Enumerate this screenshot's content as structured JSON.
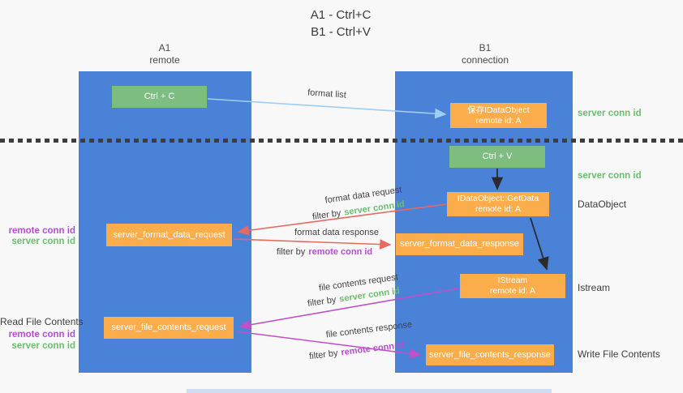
{
  "title": {
    "line1": "A1 - Ctrl+C",
    "line2": "B1 - Ctrl+V"
  },
  "lanes": {
    "left": {
      "title": "A1",
      "subtitle": "remote"
    },
    "right": {
      "title": "B1",
      "subtitle": "connection"
    }
  },
  "nodes": {
    "ctrl_c": {
      "label": "Ctrl + C"
    },
    "ctrl_v": {
      "label": "Ctrl + V"
    },
    "save_dataobject": {
      "line1": "保存IDataObject",
      "line2": "remote id: A"
    },
    "getdata": {
      "line1": "IDataObject::GetData",
      "line2": "remote id: A"
    },
    "istream": {
      "line1": "IStream",
      "line2": "remote id: A"
    },
    "format_request": {
      "label": "server_format_data_request"
    },
    "format_response": {
      "label": "server_format_data_response"
    },
    "file_request": {
      "label": "server_file_contents_request"
    },
    "file_response": {
      "label": "server_file_contents_response"
    }
  },
  "edges": {
    "format_list": {
      "label": "format list"
    },
    "format_data_request": {
      "label": "format data request",
      "filter_prefix": "filter by",
      "filter_value": "server conn id"
    },
    "format_data_response": {
      "label": "format data response",
      "filter_prefix": "filter by",
      "filter_value": "remote conn id"
    },
    "file_contents_request": {
      "label": "file contents request",
      "filter_prefix": "filter by",
      "filter_value": "server conn id"
    },
    "file_contents_response": {
      "label": "file contents response",
      "filter_prefix": "filter by",
      "filter_value": "remote conn id"
    }
  },
  "annotations": {
    "right": {
      "server_conn_id_top": "server conn id",
      "server_conn_id_mid": "server conn id",
      "dataobject": "DataObject",
      "istream": "Istream",
      "write_file_contents": "Write File Contents"
    },
    "left": {
      "remote_conn_id_top": "remote conn id",
      "server_conn_id_top": "server conn id",
      "read_file_contents": "Read File Contents",
      "remote_conn_id_bottom": "remote conn id",
      "server_conn_id_bottom": "server conn id"
    }
  },
  "colors": {
    "lane_blue": "#4a82d8",
    "node_green": "#7dbd80",
    "node_orange": "#fbad4c",
    "arrow_light_blue": "#9fcef2",
    "arrow_red": "#e8695f",
    "arrow_magenta": "#c050c8",
    "arrow_black": "#2b2b2b",
    "label_green": "#6abf6e",
    "label_purple": "#b44fd0"
  }
}
